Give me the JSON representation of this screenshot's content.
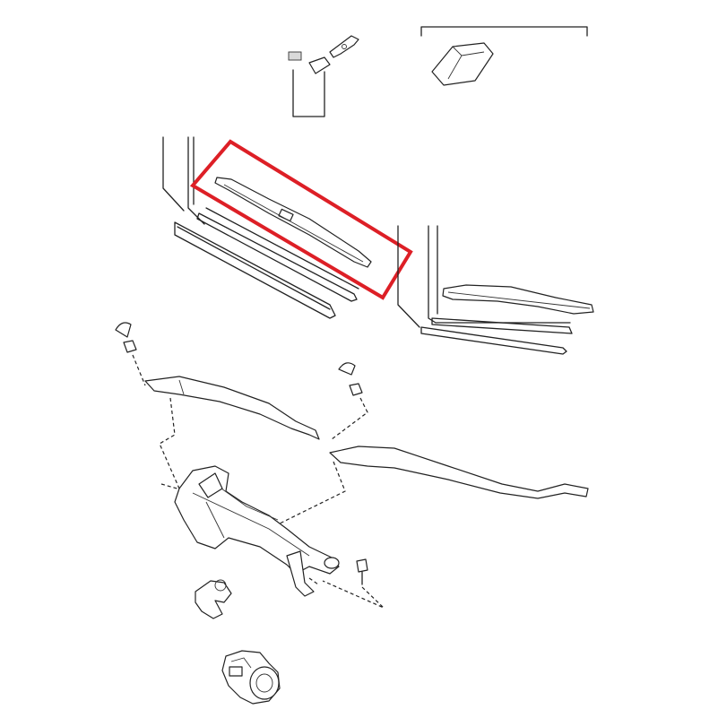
{
  "diagram": {
    "highlight_color": "#dd1f26",
    "line_color": "#222222",
    "parts": [
      "wiper-blade-refill-set",
      "wiper-blade-cover-box",
      "driver-wiper-blade",
      "passenger-wiper-blade",
      "driver-wiper-arm",
      "passenger-wiper-arm",
      "arm-nut-caps",
      "wiper-linkage",
      "linkage-bolts",
      "motor-connector",
      "wiper-motor"
    ]
  }
}
